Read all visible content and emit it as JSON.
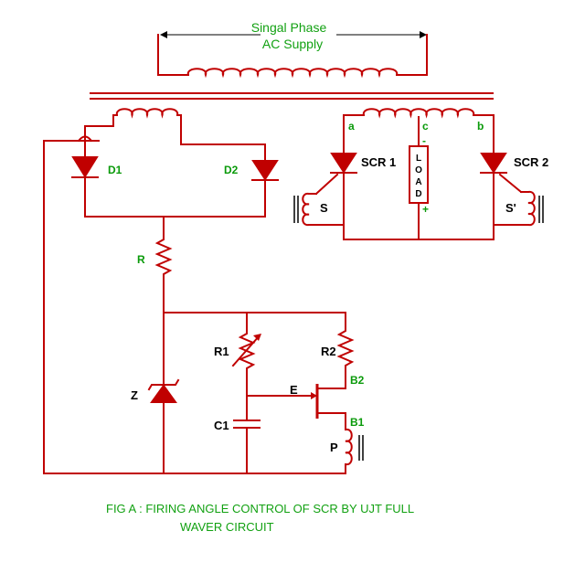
{
  "supply": {
    "line1": "Singal Phase",
    "line2": "AC Supply"
  },
  "diodes": {
    "d1": "D1",
    "d2": "D2"
  },
  "scr": {
    "scr1": "SCR 1",
    "scr2": "SCR 2"
  },
  "terminals": {
    "a": "a",
    "b": "b",
    "c": "c",
    "minus": "-",
    "plus": "+"
  },
  "load": {
    "letters": [
      "L",
      "O",
      "A",
      "D"
    ]
  },
  "pulse_windings": {
    "s": "S",
    "s_prime": "S'",
    "p": "P"
  },
  "components": {
    "r": "R",
    "r1": "R1",
    "r2": "R2",
    "z": "Z",
    "c1": "C1",
    "e": "E",
    "b1": "B1",
    "b2": "B2"
  },
  "caption": {
    "line1": "FIG A : FIRING ANGLE CONTROL OF SCR BY UJT FULL",
    "line2": "WAVER CIRCUIT"
  },
  "colors": {
    "wire": "#c00000",
    "label": "#000000",
    "green": "#0a9a0a"
  }
}
